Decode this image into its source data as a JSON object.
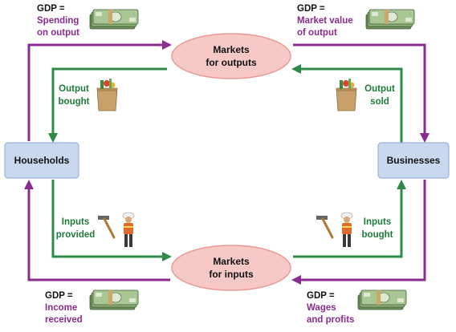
{
  "colors": {
    "money_flow": "#8a2b8f",
    "goods_flow": "#2e8b47",
    "market_fill": "#f6c9c6",
    "market_stroke": "#e79a95",
    "agent_fill": "#c9d8ef",
    "agent_stroke": "#9bb3d6"
  },
  "markets": {
    "outputs": {
      "line1": "Markets",
      "line2": "for outputs"
    },
    "inputs": {
      "line1": "Markets",
      "line2": "for inputs"
    }
  },
  "agents": {
    "households": "Households",
    "businesses": "Businesses"
  },
  "flows": {
    "output_bought": {
      "line1": "Output",
      "line2": "bought",
      "icon": "grocery-bag-icon"
    },
    "output_sold": {
      "line1": "Output",
      "line2": "sold",
      "icon": "grocery-bag-icon"
    },
    "inputs_provided": {
      "line1": "Inputs",
      "line2": "provided",
      "icon": "worker-hammer-icon"
    },
    "inputs_bought": {
      "line1": "Inputs",
      "line2": "bought",
      "icon": "worker-hammer-icon"
    }
  },
  "gdp_labels": {
    "spending": {
      "head": "GDP =",
      "line1": "Spending",
      "line2": "on output",
      "icon": "money-stack-icon"
    },
    "market_value": {
      "head": "GDP =",
      "line1": "Market value",
      "line2": "of output",
      "icon": "money-stack-icon"
    },
    "income": {
      "head": "GDP =",
      "line1": "Income",
      "line2": "received",
      "icon": "money-stack-icon"
    },
    "wages": {
      "head": "GDP =",
      "line1": "Wages",
      "line2": "and profits",
      "icon": "money-stack-icon"
    }
  }
}
